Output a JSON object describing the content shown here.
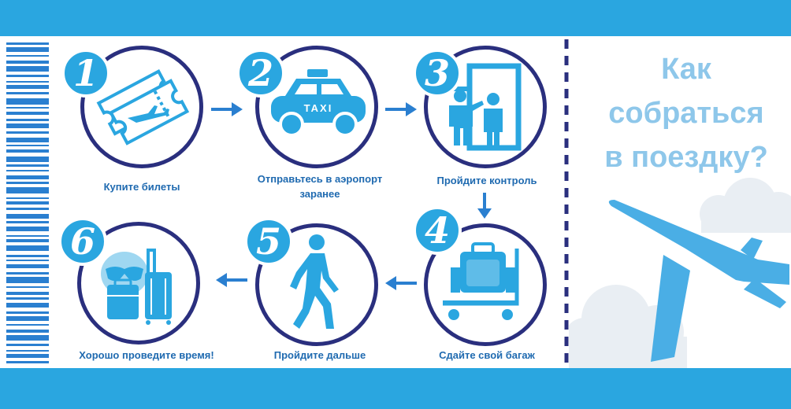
{
  "title": {
    "line1": "Как",
    "line2": "собраться",
    "line3": "в поездку?"
  },
  "steps": [
    {
      "number": "1",
      "caption": "Купите билеты",
      "icon": "tickets-icon"
    },
    {
      "number": "2",
      "caption": "Отправьтесь в аэропорт заранее",
      "icon": "taxi-icon",
      "sign": "TAXI"
    },
    {
      "number": "3",
      "caption": "Пройдите контроль",
      "icon": "security-check-icon"
    },
    {
      "number": "4",
      "caption": "Сдайте свой багаж",
      "icon": "luggage-cart-icon"
    },
    {
      "number": "5",
      "caption": "Пройдите дальше",
      "icon": "walking-person-icon"
    },
    {
      "number": "6",
      "caption": "Хорошо проведите время!",
      "icon": "suitcases-sunglasses-icon"
    }
  ],
  "colors": {
    "accent": "#2aa6e0",
    "ring": "#2a2f7e",
    "text": "#1f6ab0",
    "title": "#8ec7ea"
  }
}
